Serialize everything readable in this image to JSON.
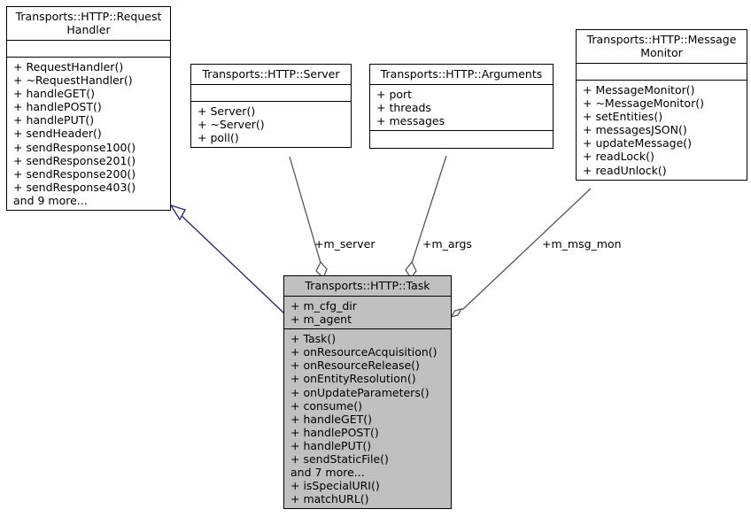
{
  "diagram": {
    "type": "uml-class-collaboration",
    "background_color": "#ffffff",
    "line_color": "#404040",
    "inheritance_color": "#2a2a80",
    "highlight_fill": "#c0c0c0",
    "classes": [
      {
        "id": "requesthandler",
        "title": "Transports::HTTP::Request\nHandler",
        "attributes": [],
        "methods": [
          "+ RequestHandler()",
          "+ ~RequestHandler()",
          "+ handleGET()",
          "+ handlePOST()",
          "+ handlePUT()",
          "+ sendHeader()",
          "+ sendResponse100()",
          "+ sendResponse201()",
          "+ sendResponse200()",
          "+ sendResponse403()",
          "and 9 more..."
        ],
        "highlighted": false
      },
      {
        "id": "server",
        "title": "Transports::HTTP::Server",
        "attributes": [],
        "methods": [
          "+ Server()",
          "+ ~Server()",
          "+ poll()"
        ],
        "highlighted": false
      },
      {
        "id": "arguments",
        "title": "Transports::HTTP::Arguments",
        "attributes": [
          "+ port",
          "+ threads",
          "+ messages"
        ],
        "methods": [],
        "highlighted": false
      },
      {
        "id": "messagemonitor",
        "title": "Transports::HTTP::Message\nMonitor",
        "attributes": [],
        "methods": [
          "+ MessageMonitor()",
          "+ ~MessageMonitor()",
          "+ setEntities()",
          "+ messagesJSON()",
          "+ updateMessage()",
          "+ readLock()",
          "+ readUnlock()"
        ],
        "highlighted": false
      },
      {
        "id": "task",
        "title": "Transports::HTTP::Task",
        "attributes": [
          "+ m_cfg_dir",
          "+ m_agent"
        ],
        "methods": [
          "+ Task()",
          "+ onResourceAcquisition()",
          "+ onResourceRelease()",
          "+ onEntityResolution()",
          "+ onUpdateParameters()",
          "+ consume()",
          "+ handleGET()",
          "+ handlePOST()",
          "+ handlePUT()",
          "+ sendStaticFile()",
          "and 7 more...",
          "+ isSpecialURI()",
          "+ matchURL()"
        ],
        "highlighted": true
      }
    ],
    "edges": [
      {
        "id": "inheritance-task-requesthandler",
        "kind": "inheritance",
        "from": "task",
        "to": "requesthandler",
        "label": ""
      },
      {
        "id": "aggregation-server",
        "kind": "aggregation",
        "from": "server",
        "to": "task",
        "label": "+m_server"
      },
      {
        "id": "aggregation-arguments",
        "kind": "aggregation",
        "from": "arguments",
        "to": "task",
        "label": "+m_args"
      },
      {
        "id": "aggregation-messagemonitor",
        "kind": "aggregation",
        "from": "messagemonitor",
        "to": "task",
        "label": "+m_msg_mon"
      }
    ]
  }
}
